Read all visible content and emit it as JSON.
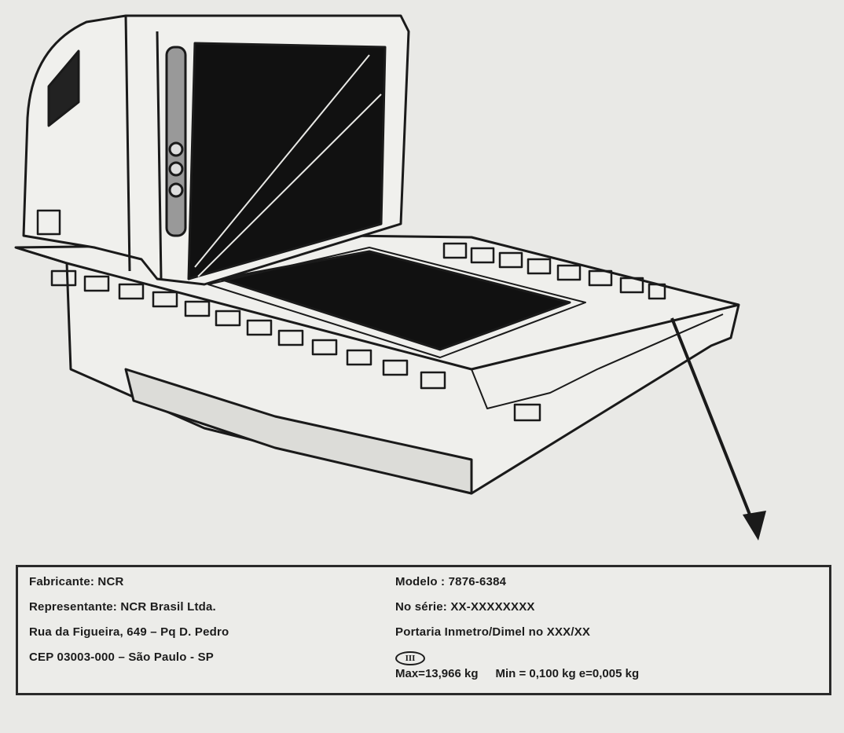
{
  "label": {
    "left": [
      "Fabricante: NCR",
      "Representante: NCR Brasil Ltda.",
      "Rua da Figueira, 649 – Pq D. Pedro",
      "CEP 03003-000 – São Paulo - SP"
    ],
    "right": [
      "Modelo : 7876-6384",
      "No série: XX-XXXXXXXX",
      "Portaria Inmetro/Dimel no XXX/XX"
    ],
    "accuracy_class": "III",
    "max": "Max=13,966 kg",
    "min": "Min = 0,100 kg e=0,005 kg"
  }
}
